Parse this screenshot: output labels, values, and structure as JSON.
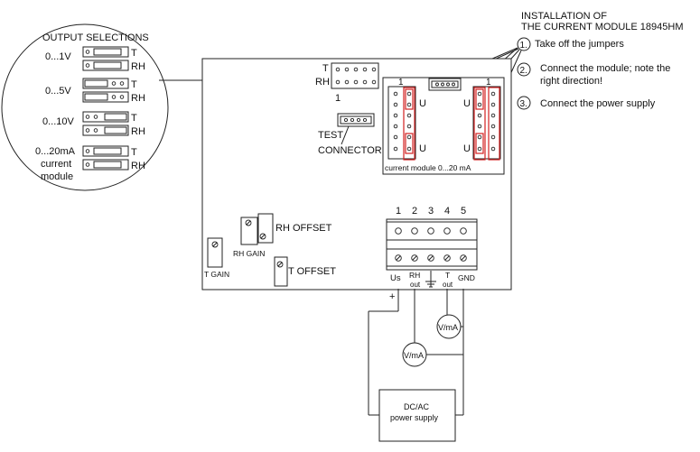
{
  "title_line1": "INSTALLATION OF",
  "title_line2": "THE CURRENT MODULE 18945HM",
  "steps": [
    {
      "num": "1.",
      "text": "Take off the jumpers"
    },
    {
      "num": "2.",
      "text_line1": "Connect the module; note the",
      "text_line2": "right direction!"
    },
    {
      "num": "3.",
      "text": "Connect the power supply"
    }
  ],
  "output": {
    "heading": "OUTPUT SELECTIONS",
    "rows": [
      {
        "label": "0...1V"
      },
      {
        "label": "0...5V"
      },
      {
        "label": "0...10V"
      },
      {
        "label_line1": "0...20mA",
        "label_line2": "current",
        "label_line3": "module"
      }
    ],
    "t_label": "T",
    "rh_label": "RH"
  },
  "board": {
    "header_t": "T",
    "header_rh": "RH",
    "header_one": "1",
    "test_line1": "TEST",
    "test_line2": "CONNECTOR",
    "module_one_left": "1",
    "module_one_right": "1",
    "u_label": "U",
    "module_caption": "current module 0...20 mA",
    "rh_offset": "RH OFFSET",
    "rh_gain": "RH GAIN",
    "t_gain": "T GAIN",
    "t_offset": "T OFFSET",
    "terminals": [
      "1",
      "2",
      "3",
      "4",
      "5"
    ],
    "terminal_labels": {
      "us": "Us",
      "rh": "RH",
      "rh_out": "out",
      "t": "T",
      "t_out": "out",
      "gnd": "GND"
    }
  },
  "meter_label": "V/mA",
  "plus_sign": "+",
  "supply_line1": "DC/AC",
  "supply_line2": "power supply"
}
